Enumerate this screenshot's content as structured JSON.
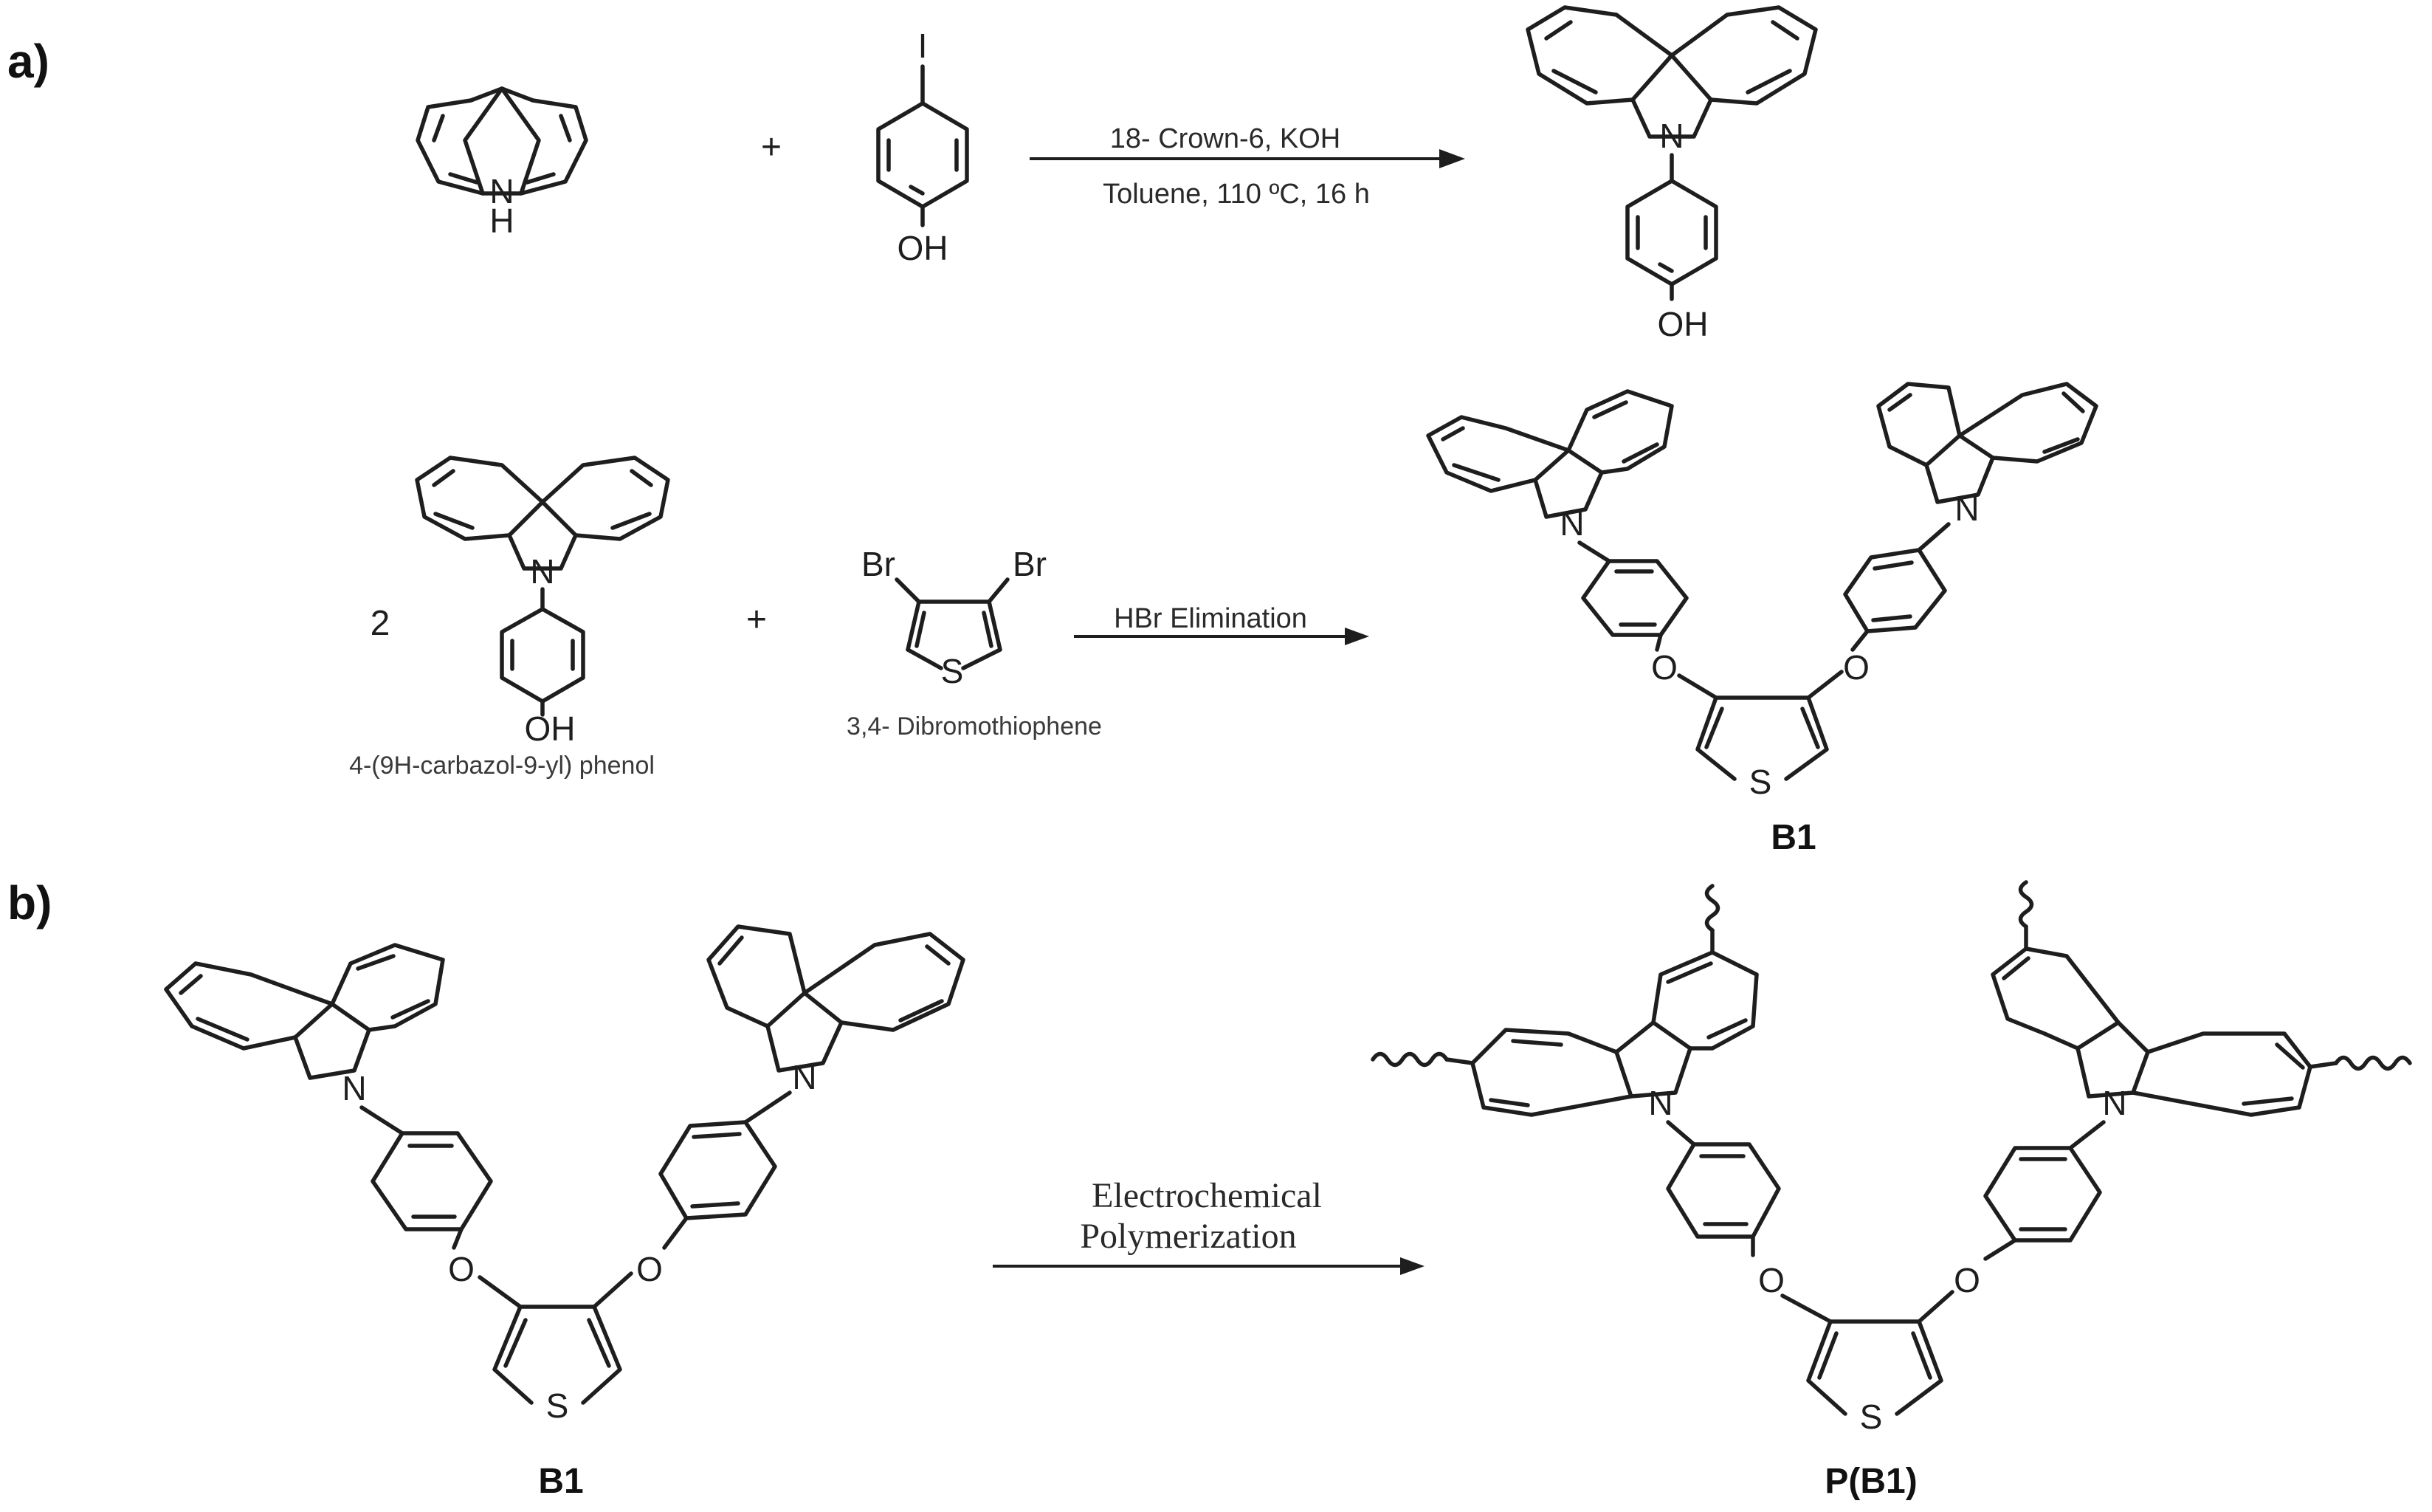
{
  "panels": {
    "a": "a)",
    "b": "b)"
  },
  "atoms": {
    "nh_n": "N",
    "nh_h": "H",
    "iodo": "I",
    "oh": "OH",
    "n": "N",
    "o": "O",
    "s": "S",
    "br": "Br"
  },
  "reaction1": {
    "plus": "+",
    "condition_top": "18- Crown-6, KOH",
    "condition_bottom": "Toluene, 110 ºC, 16 h"
  },
  "reaction2": {
    "coefficient": "2",
    "plus": "+",
    "condition": "HBr Elimination",
    "reactant1_name": "4-(9H-carbazol-9-yl) phenol",
    "reactant2_name": "3,4- Dibromothiophene",
    "product_label": "B1"
  },
  "reaction3": {
    "condition_line1": "Electrochemical",
    "condition_line2": "Polymerization",
    "reactant_label": "B1",
    "product_label": "P(B1)"
  }
}
